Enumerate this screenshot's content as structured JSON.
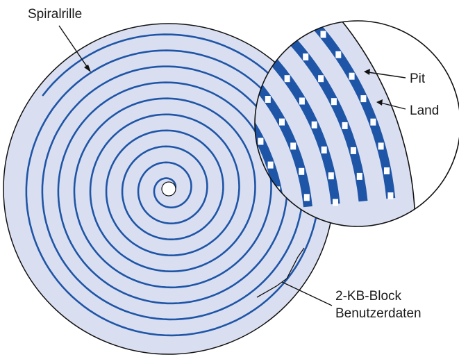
{
  "labels": {
    "spiral": "Spiralrille",
    "pit": "Pit",
    "land": "Land",
    "block_line1": "2-KB-Block",
    "block_line2": "Benutzerdaten"
  },
  "colors": {
    "disc_fill": "#d9dff1",
    "groove_blue": "#1f55a6",
    "pit_white": "#ffffff",
    "outline": "#111111"
  }
}
